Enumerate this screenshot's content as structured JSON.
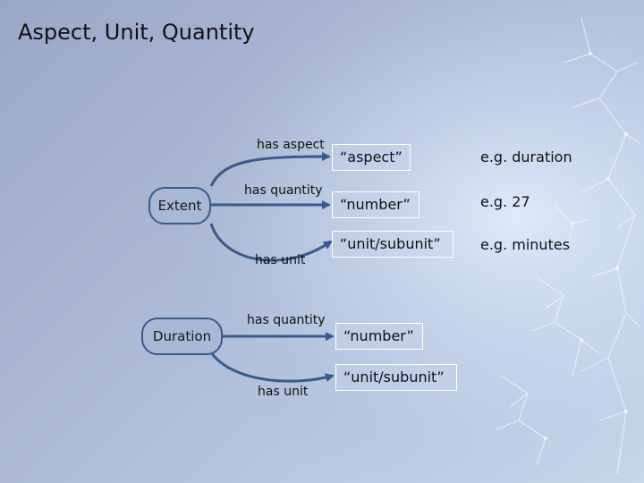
{
  "title": "Aspect, Unit, Quantity",
  "nodes": {
    "extent": "Extent",
    "duration": "Duration"
  },
  "edges": {
    "extent_has_aspect": "has aspect",
    "extent_has_quantity": "has quantity",
    "extent_has_unit": "has unit",
    "duration_has_quantity": "has quantity",
    "duration_has_unit": "has unit"
  },
  "targets": {
    "extent_aspect": "“aspect”",
    "extent_number": "“number”",
    "extent_unit": "“unit/subunit”",
    "duration_number": "“number”",
    "duration_unit": "“unit/subunit”"
  },
  "examples": {
    "aspect": "e.g. duration",
    "number": "e.g. 27",
    "unit": "e.g. minutes"
  },
  "colors": {
    "node_border": "#3a5a8a",
    "node_fill": "#a8b8d6",
    "arrow": "#3a5a8a"
  }
}
